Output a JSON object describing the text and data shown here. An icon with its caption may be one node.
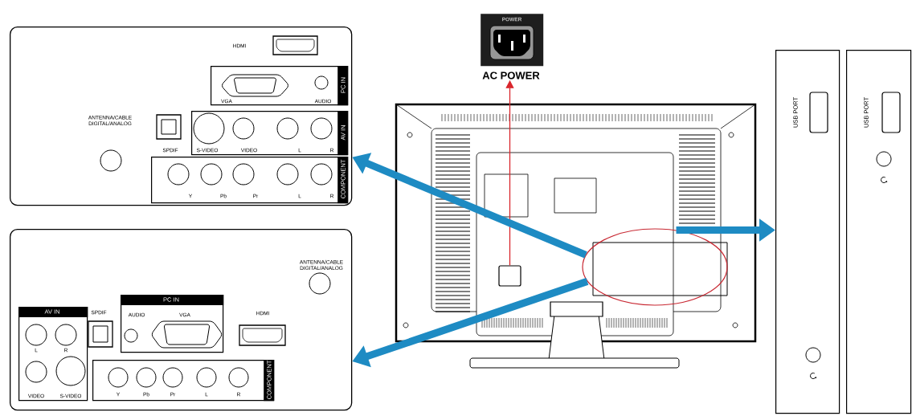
{
  "diagram": {
    "nodes": [
      {
        "text": [
          "HDMI",
          "ANTENNA/CABLE DIGITAL/ANALOG",
          "SPDIF"
        ]
      },
      {
        "text": [
          "PC IN",
          "VGA",
          "AUDIO"
        ],
        "in": 0
      },
      {
        "text": [
          "AV IN",
          "S-VIDEO",
          "VIDEO",
          "L",
          "R"
        ],
        "in": 0
      },
      {
        "text": [
          "COMPONENT",
          "Y",
          "Pb",
          "Pr",
          "L",
          "R"
        ],
        "in": 0
      },
      {
        "text": [
          "ANTENNA/CABLE DIGITAL/ANALOG",
          "SPDIF",
          "HDMI"
        ]
      },
      {
        "text": [
          "AV IN",
          "L",
          "R",
          "VIDEO",
          "S-VIDEO"
        ],
        "in": 4
      },
      {
        "text": [
          "PC IN",
          "AUDIO",
          "VGA"
        ],
        "in": 4
      },
      {
        "text": [
          "COMPONENT",
          "Y",
          "Pb",
          "Pr",
          "L",
          "R"
        ],
        "in": 4
      },
      {
        "text": [
          "POWER"
        ]
      },
      {
        "text": [
          "AC POWER"
        ]
      },
      {
        "text": [],
        "shape": "box"
      },
      {
        "text": [],
        "shape": "ellipse"
      },
      {
        "text": [
          "USB PORT"
        ]
      },
      {
        "text": [
          "USB PORT"
        ]
      }
    ],
    "edges": [
      {
        "from": 10,
        "to": 9,
        "arrow": "to",
        "color": "#d9262c"
      },
      {
        "from": 11,
        "to": 0,
        "arrow": "to",
        "color": "#1e8bc3"
      },
      {
        "from": 11,
        "to": 4,
        "arrow": "to",
        "color": "#1e8bc3"
      },
      {
        "from": 11,
        "to": 12,
        "arrow": "to",
        "color": "#1e8bc3"
      }
    ]
  }
}
